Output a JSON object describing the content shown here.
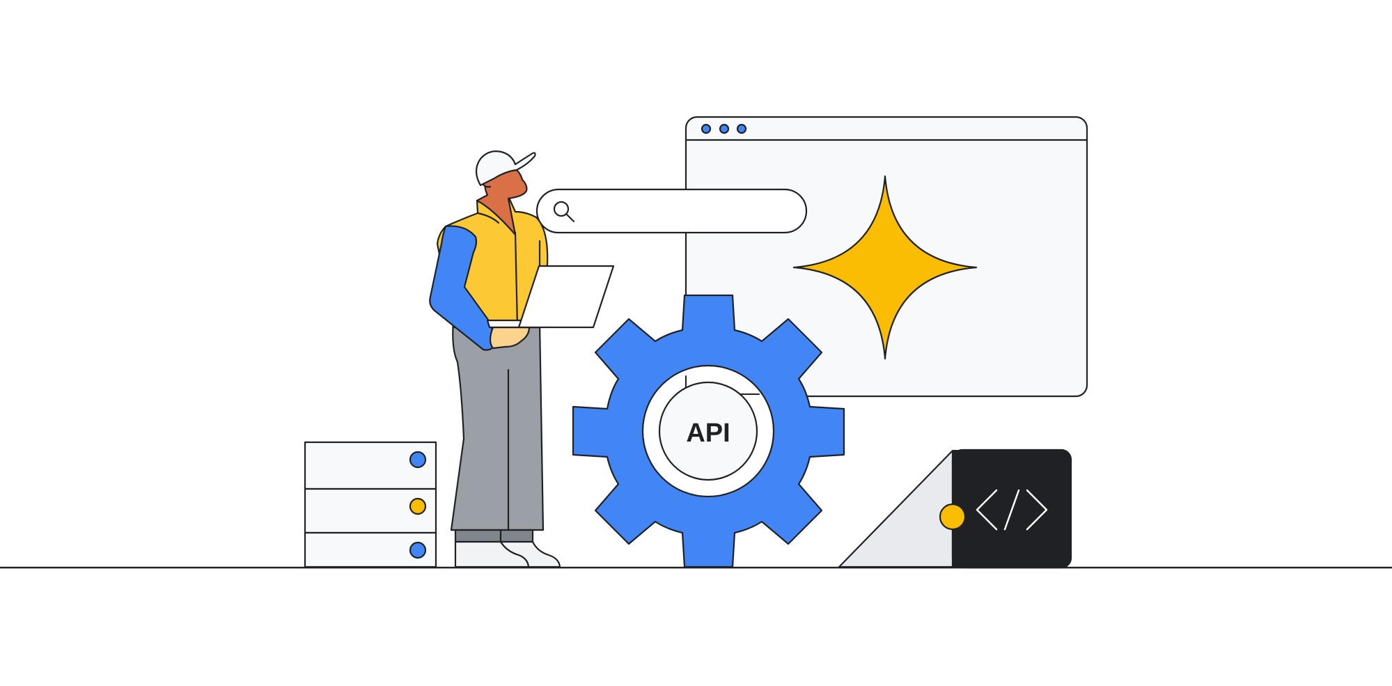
{
  "illustration": {
    "subject": "Developer with laptop beside API gear, browser window with sparkle, server stack and code block",
    "gear": {
      "label": "API"
    },
    "code_block": {
      "glyph": "</>"
    },
    "browser_window": {
      "dot_count": 3
    },
    "search_bar": {
      "icon": "search-icon",
      "placeholder": ""
    },
    "server_stack": {
      "units": 3,
      "indicator_colors": [
        "#4285F4",
        "#FBBC04",
        "#4285F4"
      ]
    }
  },
  "colors": {
    "blue": "#4285F4",
    "yellow": "#FBBC04",
    "shirt_yellow": "#FCC934",
    "skin": "#D97046",
    "hand": "#FCD38D",
    "pants": "#9AA0A6",
    "socks": "#80868B",
    "light_gray": "#F8F9FA",
    "triangle_gray": "#E8EAED",
    "dark": "#202124",
    "outline": "#202124"
  }
}
